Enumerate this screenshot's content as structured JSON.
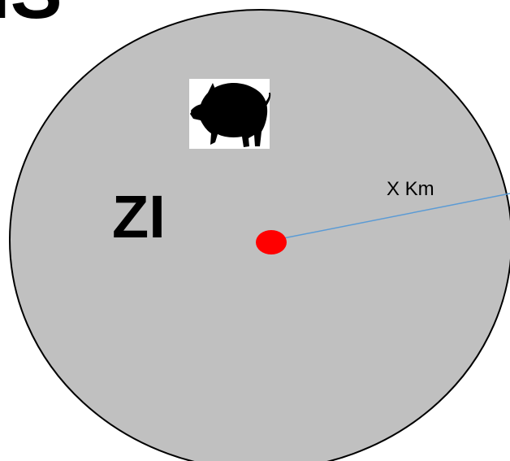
{
  "diagram": {
    "zone_label": "ZI",
    "radius_label": "X Km",
    "top_cropped_text": "IS",
    "icon": "wild-boar-icon",
    "colors": {
      "zone_fill": "#c0c0c0",
      "zone_outline": "#000000",
      "center_point": "#ff0000",
      "radius_line": "#5b9bd5",
      "icon_background": "#ffffff",
      "icon_silhouette": "#000000"
    }
  }
}
